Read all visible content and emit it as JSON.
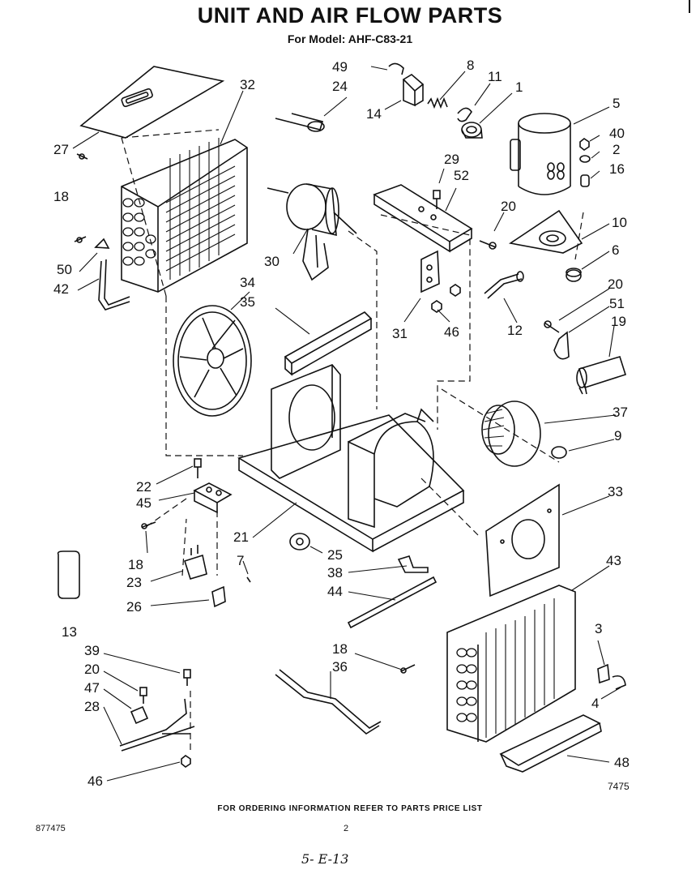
{
  "header": {
    "title": "UNIT AND AIR FLOW PARTS",
    "subtitle": "For Model: AHF-C83-21"
  },
  "callouts": [
    {
      "id": "c49",
      "label": "49"
    },
    {
      "id": "c8",
      "label": "8"
    },
    {
      "id": "c11",
      "label": "11"
    },
    {
      "id": "c1",
      "label": "1"
    },
    {
      "id": "c24",
      "label": "24"
    },
    {
      "id": "c14",
      "label": "14"
    },
    {
      "id": "c32",
      "label": "32"
    },
    {
      "id": "c5",
      "label": "5"
    },
    {
      "id": "c40",
      "label": "40"
    },
    {
      "id": "c2",
      "label": "2"
    },
    {
      "id": "c16",
      "label": "16"
    },
    {
      "id": "c27",
      "label": "27"
    },
    {
      "id": "c29",
      "label": "29"
    },
    {
      "id": "c52",
      "label": "52"
    },
    {
      "id": "c18a",
      "label": "18"
    },
    {
      "id": "c20a",
      "label": "20"
    },
    {
      "id": "c10",
      "label": "10"
    },
    {
      "id": "c6",
      "label": "6"
    },
    {
      "id": "c50",
      "label": "50"
    },
    {
      "id": "c30",
      "label": "30"
    },
    {
      "id": "c42",
      "label": "42"
    },
    {
      "id": "c34",
      "label": "34"
    },
    {
      "id": "c35",
      "label": "35"
    },
    {
      "id": "c20b",
      "label": "20"
    },
    {
      "id": "c51",
      "label": "51"
    },
    {
      "id": "c19",
      "label": "19"
    },
    {
      "id": "c31",
      "label": "31"
    },
    {
      "id": "c46a",
      "label": "46"
    },
    {
      "id": "c12",
      "label": "12"
    },
    {
      "id": "c37",
      "label": "37"
    },
    {
      "id": "c9",
      "label": "9"
    },
    {
      "id": "c22",
      "label": "22"
    },
    {
      "id": "c45",
      "label": "45"
    },
    {
      "id": "c33",
      "label": "33"
    },
    {
      "id": "c21",
      "label": "21"
    },
    {
      "id": "c18b",
      "label": "18"
    },
    {
      "id": "c25",
      "label": "25"
    },
    {
      "id": "c7",
      "label": "7"
    },
    {
      "id": "c43",
      "label": "43"
    },
    {
      "id": "c23",
      "label": "23"
    },
    {
      "id": "c38",
      "label": "38"
    },
    {
      "id": "c44",
      "label": "44"
    },
    {
      "id": "c26",
      "label": "26"
    },
    {
      "id": "c13",
      "label": "13"
    },
    {
      "id": "c39",
      "label": "39"
    },
    {
      "id": "c20c",
      "label": "20"
    },
    {
      "id": "c47",
      "label": "47"
    },
    {
      "id": "c28",
      "label": "28"
    },
    {
      "id": "c18c",
      "label": "18"
    },
    {
      "id": "c36",
      "label": "36"
    },
    {
      "id": "c3",
      "label": "3"
    },
    {
      "id": "c4",
      "label": "4"
    },
    {
      "id": "c48",
      "label": "48"
    },
    {
      "id": "c46b",
      "label": "46"
    }
  ],
  "figure_code": "7475",
  "footer": {
    "note": "FOR ORDERING INFORMATION REFER TO PARTS PRICE LIST",
    "doc_number": "877475",
    "page_number": "2",
    "handwritten": "5- E-13"
  }
}
